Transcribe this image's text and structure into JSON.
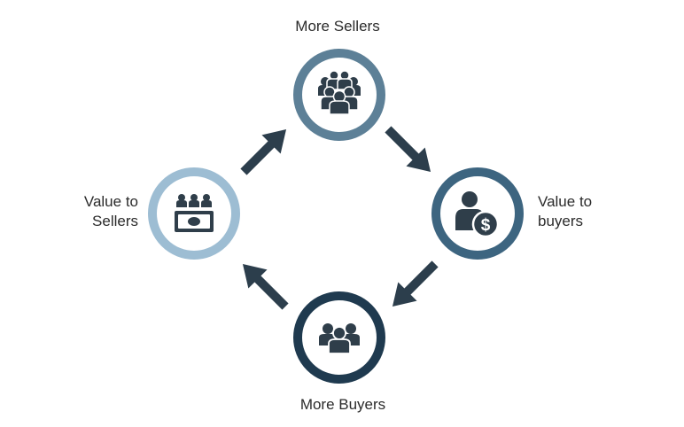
{
  "nodes": {
    "more_sellers": {
      "label": "More Sellers",
      "icon": "group-of-people-icon",
      "ring_color": "#5d8097"
    },
    "value_to_buyers": {
      "label_line1": "Value to",
      "label_line2": "buyers",
      "icon": "person-with-dollar-icon",
      "ring_color": "#3d6580"
    },
    "more_buyers": {
      "label": "More Buyers",
      "icon": "three-people-icon",
      "ring_color": "#1f3a4f"
    },
    "value_to_sellers": {
      "label_line1": "Value to",
      "label_line2": "Sellers",
      "icon": "people-with-money-icon",
      "ring_color": "#9dbdd3"
    }
  },
  "colors": {
    "arrow": "#2c3e4c",
    "icon": "#2f3e4a",
    "text": "#2b2b2b"
  }
}
